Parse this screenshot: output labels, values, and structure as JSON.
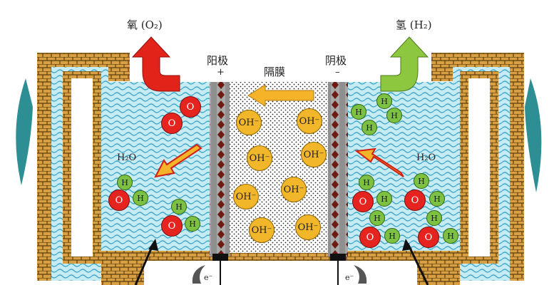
{
  "labels": {
    "oxygen": "氧 (O₂)",
    "hydrogen": "氢 (H₂)",
    "anode": "阳极",
    "anode_sign": "+",
    "cathode": "阴极",
    "cathode_sign": "–",
    "membrane": "隔膜",
    "water_left": "H₂O",
    "water_right": "H₂O",
    "electron_left": "e⁻",
    "electron_right": "e⁻"
  },
  "hydroxide_ion": "OH⁻",
  "oxygen_atom": "O",
  "hydrogen_atom": "H",
  "colors": {
    "electrolyte": "#bfe7ef",
    "wave": "#3fa9c9",
    "brick": "#c98c2c",
    "mortar": "#6b4a14",
    "oxygen_arrow": "#e2231a",
    "hydrogen_arrow": "#8dc63f",
    "ion_arrow": "#f5b32a",
    "oxygen_atom": "#e5231f",
    "hydrogen_atom": "#7cc142",
    "hydroxide": "#f2b62b",
    "electrode_dark": "#6d1b12",
    "teal_blade": "#2d8e93"
  }
}
